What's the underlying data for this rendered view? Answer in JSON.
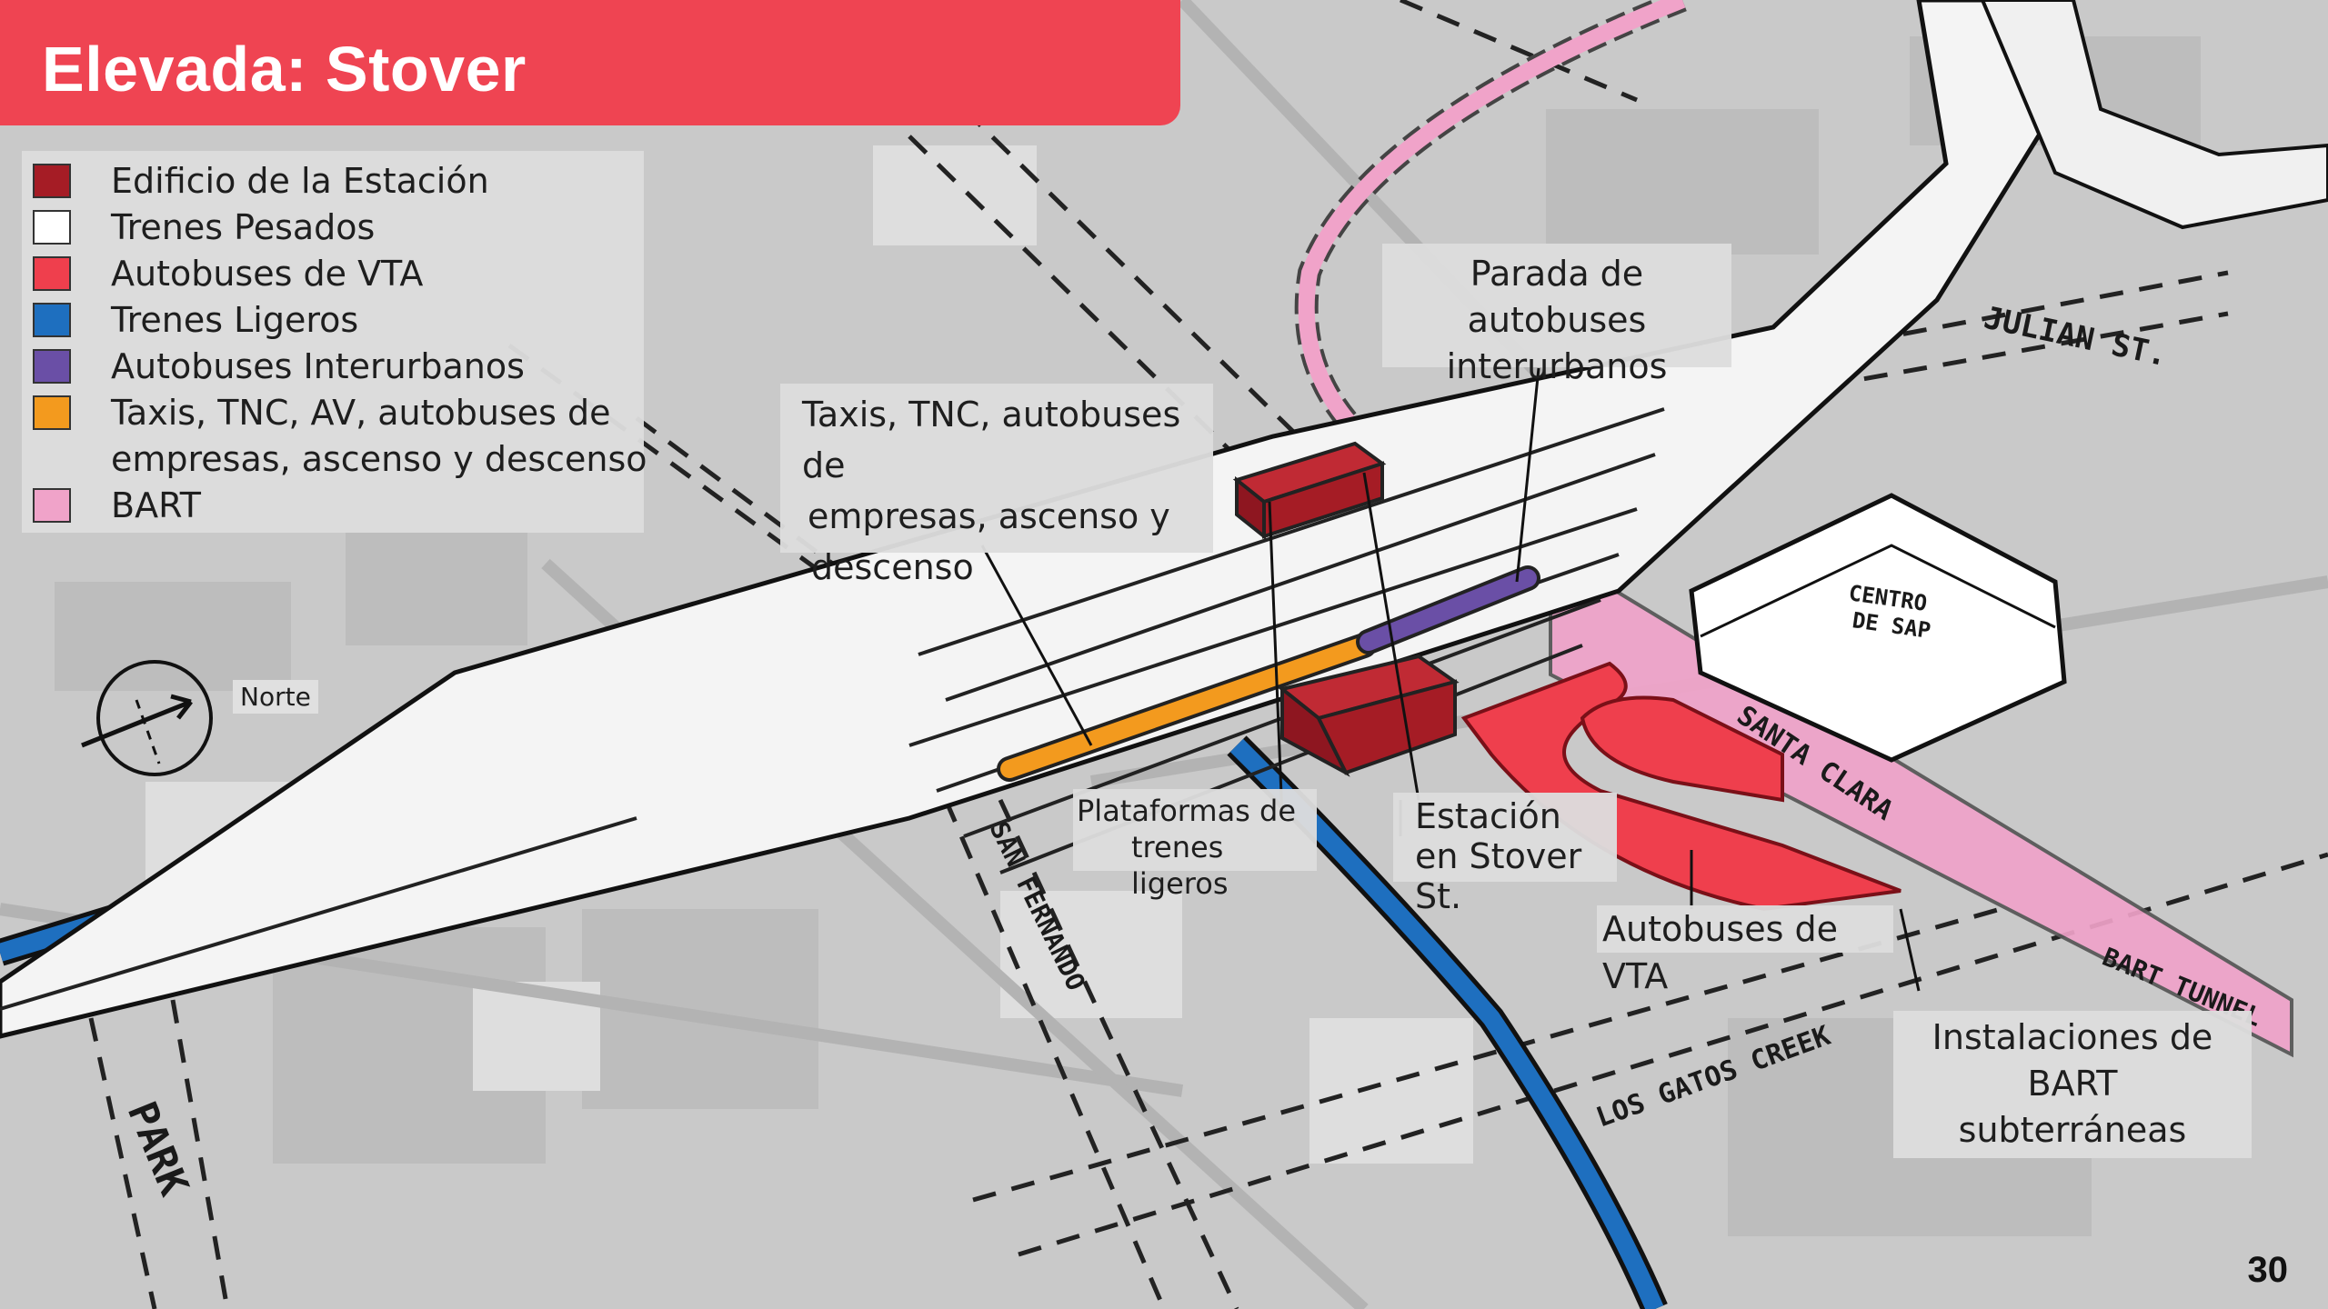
{
  "slide": {
    "title": "Elevada: Stover",
    "page_number": "30"
  },
  "colors": {
    "title_bar": "#ef4452",
    "station_building": "#a51c25",
    "heavy_rail": "#ffffff",
    "vta_bus": "#ef3f4d",
    "light_rail": "#1e6fbf",
    "intercity_bus": "#6a4fa6",
    "taxi_tnc": "#f39a1e",
    "bart": "#f0a3c9"
  },
  "legend": {
    "items": [
      {
        "label": "Edificio de la Estación",
        "color": "#a51c25"
      },
      {
        "label": "Trenes Pesados",
        "color": "#ffffff"
      },
      {
        "label": "Autobuses de VTA",
        "color": "#ef3f4d"
      },
      {
        "label": "Trenes Ligeros",
        "color": "#1e6fbf"
      },
      {
        "label": "Autobuses Interurbanos",
        "color": "#6a4fa6"
      },
      {
        "label": "Taxis, TNC, AV, autobuses de",
        "label_line2": "empresas, ascenso y descenso",
        "color": "#f39a1e"
      },
      {
        "label": "BART",
        "color": "#f0a3c9"
      }
    ]
  },
  "callouts": {
    "intercity_stop": {
      "line1": "Parada de autobuses",
      "line2": "interurbanos"
    },
    "taxi": {
      "line1": "Taxis, TNC, autobuses de",
      "line2": "empresas, ascenso y",
      "line3": "descenso"
    },
    "light_rail_platforms": {
      "line1": "Plataformas de",
      "line2": "trenes ligeros"
    },
    "station": {
      "line1": "Estación",
      "line2": "en Stover St."
    },
    "vta_buses": {
      "line1": "Autobuses de VTA"
    },
    "bart_facilities": {
      "line1": "Instalaciones de",
      "line2": "BART",
      "line3": "subterráneas"
    }
  },
  "map_labels": {
    "north": "Norte",
    "sap_center_line1": "CENTRO",
    "sap_center_line2": "DE SAP",
    "julian": "JULIAN ST.",
    "santa_clara": "SANTA CLARA",
    "bart_tunnel": "BART TUNNEL",
    "los_gatos": "LOS GATOS CREEK",
    "san_fernando": "SAN FERNANDO",
    "park": "PARK"
  }
}
